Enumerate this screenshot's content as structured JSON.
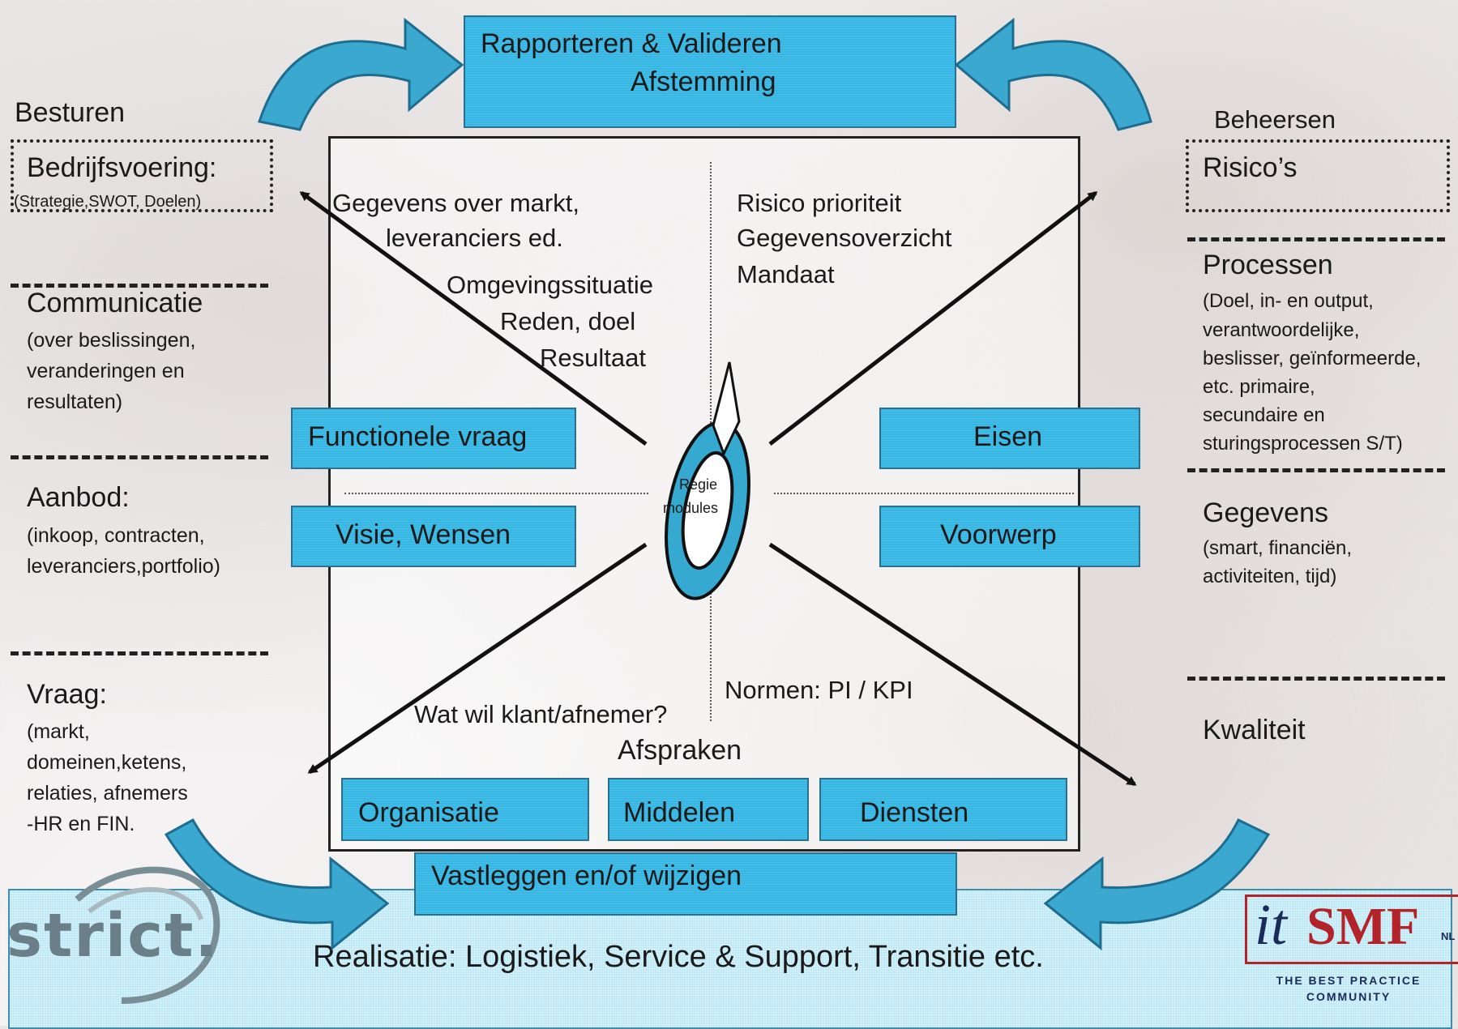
{
  "colors": {
    "accent": "#36b7e3",
    "accent_dark": "#2b6f8f",
    "arrow_blue": "#3aa8cf"
  },
  "top": {
    "box_line1": "Rapporteren & Valideren",
    "box_line2": "Afstemming"
  },
  "left": {
    "heading": "Besturen",
    "bedrijf_title": "Bedrijfsvoering:",
    "bedrijf_sub": "(Strategie,SWOT, Doelen)",
    "comm_title": "Communicatie",
    "comm_body": [
      "(over beslissingen,",
      "veranderingen en",
      "resultaten)"
    ],
    "aanbod_title": "Aanbod:",
    "aanbod_body": [
      "(inkoop, contracten,",
      "leveranciers,portfolio)"
    ],
    "vraag_title": "Vraag:",
    "vraag_body": [
      "(markt,",
      "domeinen,ketens,",
      "relaties, afnemers",
      "-HR en FIN."
    ]
  },
  "right": {
    "heading": "Beheersen",
    "risico": "Risico’s",
    "proc_title": "Processen",
    "proc_body": [
      "(Doel, in- en output,",
      "verantwoordelijke,",
      "beslisser, geïnformeerde,",
      "etc.  primaire,",
      "secundaire en",
      "sturingsprocessen  S/T)"
    ],
    "geg_title": "Gegevens",
    "geg_body": [
      "(smart, financiën,",
      "activiteiten, tijd)"
    ],
    "kwaliteit": "Kwaliteit"
  },
  "center": {
    "tl_line1": "Gegevens over markt,",
    "tl_line2": "leveranciers ed.",
    "omg1": "Omgevingssituatie",
    "omg2": "Reden, doel",
    "omg3": "Resultaat",
    "tr_line1": "Risico prioriteit",
    "tr_line2": "Gegevensoverzicht",
    "tr_line3": "Mandaat",
    "functionele": "Functionele vraag",
    "visie": "Visie, Wensen",
    "eisen": "Eisen",
    "voorwerp": "Voorwerp",
    "regie1": "Regie",
    "regie2": "modules",
    "wat_wil": "Wat wil klant/afnemer?",
    "normen": "Normen: PI / KPI",
    "afspraken": "Afspraken",
    "organisatie": "Organisatie",
    "middelen": "Middelen",
    "diensten": "Diensten"
  },
  "bottom": {
    "vastleggen": "Vastleggen en/of wijzigen",
    "realisatie": "Realisatie: Logistiek, Service & Support, Transitie etc.",
    "logo_strict": "strict.",
    "logo_itsmf_it": "it",
    "logo_itsmf_smf": "SMF",
    "logo_itsmf_nl": "NL",
    "logo_tag1": "THE BEST PRACTICE",
    "logo_tag2": "COMMUNITY"
  }
}
